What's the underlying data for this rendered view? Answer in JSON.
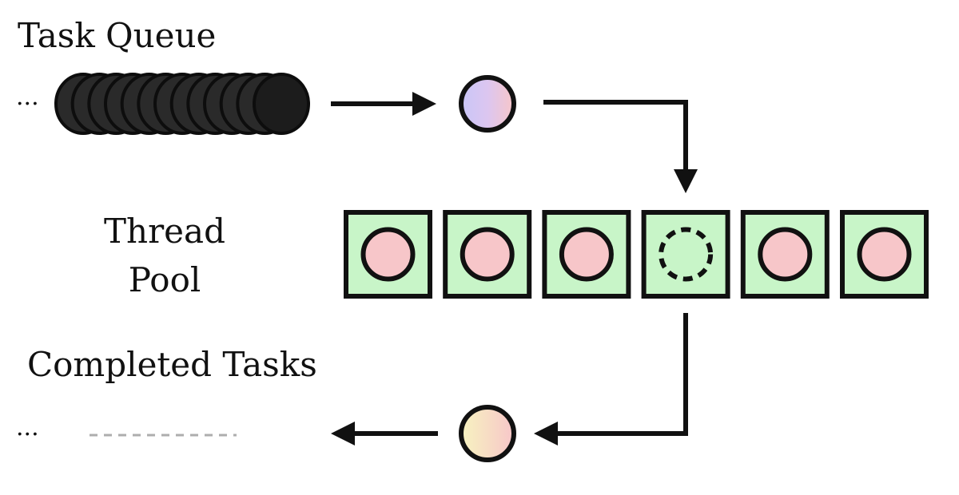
{
  "labels": {
    "task_queue": "Task Queue",
    "thread_pool_line1": "Thread",
    "thread_pool_line2": "Pool",
    "completed_tasks": "Completed Tasks",
    "queue_ellipsis": "...",
    "completed_ellipsis": "..."
  },
  "thread_pool": {
    "slots": [
      {
        "state": "busy"
      },
      {
        "state": "busy"
      },
      {
        "state": "busy"
      },
      {
        "state": "idle"
      },
      {
        "state": "busy"
      },
      {
        "state": "busy"
      }
    ]
  },
  "queue": {
    "queued_task_count": 13
  },
  "colors": {
    "slot_fill": "#c8f5c8",
    "task_fill": "#f7c6c9",
    "incoming_task_gradient": [
      "#c9c6f7",
      "#f7c6c9"
    ],
    "outgoing_task_gradient": [
      "#f7f3c0",
      "#f7c6c9"
    ],
    "queued_task": "#2a2a2a",
    "stroke": "#111111",
    "placeholder_dash": "#9a9a9a"
  }
}
